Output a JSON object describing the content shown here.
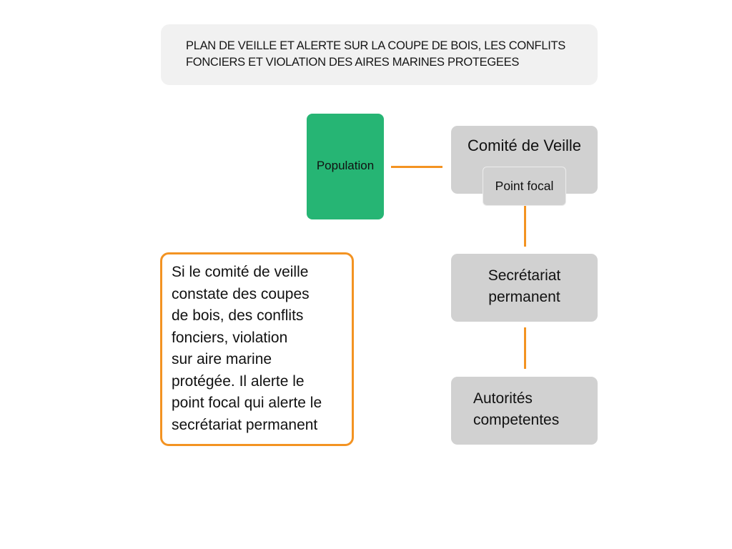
{
  "title": {
    "lines": [
      "PLAN  DE VEILLE ET ALERTE SUR LA COUPE DE BOIS, LES CONFLITS",
      "FONCIERS ET VIOLATION DES AIRES MARINES PROTEGEES"
    ]
  },
  "nodes": {
    "population": {
      "label": "Population",
      "color": "#26b574"
    },
    "comite": {
      "label": "Comité de Veille",
      "color": "#d1d1d1"
    },
    "point_focal": {
      "label": "Point focal",
      "color": "#d1d1d1"
    },
    "secretariat": {
      "lines": [
        "Secrétariat",
        "permanent"
      ],
      "color": "#d1d1d1"
    },
    "autorites": {
      "lines": [
        "Autorités",
        "competentes"
      ],
      "color": "#d1d1d1"
    }
  },
  "connectors": {
    "color": "#f39322",
    "edges": [
      {
        "from": "population",
        "to": "comite"
      },
      {
        "from": "point_focal",
        "to": "secretariat"
      },
      {
        "from": "secretariat",
        "to": "autorites"
      }
    ]
  },
  "note": {
    "border_color": "#f39322",
    "lines": [
      "Si le comité de veille",
      "constate des coupes",
      "de bois, des conflits",
      "fonciers, violation",
      "sur aire marine",
      "protégée. Il alerte le",
      "point focal qui alerte le",
      "secrétariat permanent"
    ]
  }
}
